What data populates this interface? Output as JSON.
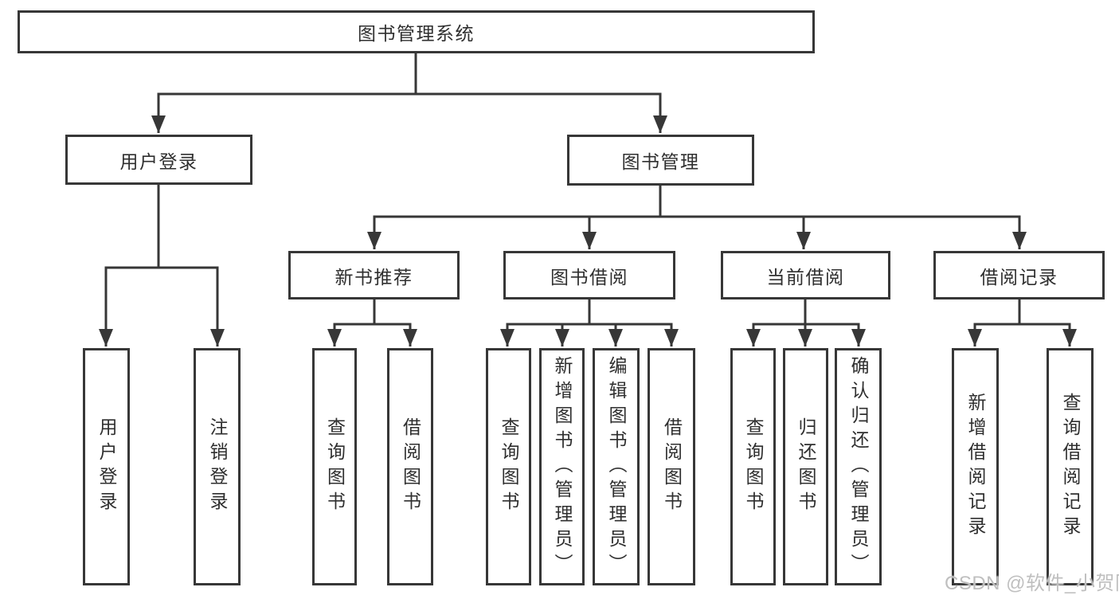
{
  "tree": {
    "root": {
      "label": "图书管理系统",
      "children": [
        {
          "label": "用户登录",
          "children": [
            {
              "label": "用户登录"
            },
            {
              "label": "注销登录"
            }
          ]
        },
        {
          "label": "图书管理",
          "children": [
            {
              "label": "新书推荐",
              "children": [
                {
                  "label": "查询图书"
                },
                {
                  "label": "借阅图书"
                }
              ]
            },
            {
              "label": "图书借阅",
              "children": [
                {
                  "label": "查询图书"
                },
                {
                  "label": "新增图书（管理员）"
                },
                {
                  "label": "编辑图书（管理员）"
                },
                {
                  "label": "借阅图书"
                }
              ]
            },
            {
              "label": "当前借阅",
              "children": [
                {
                  "label": "查询图书"
                },
                {
                  "label": "归还图书"
                },
                {
                  "label": "确认归还（管理员）"
                }
              ]
            },
            {
              "label": "借阅记录",
              "children": [
                {
                  "label": "新增借阅记录"
                },
                {
                  "label": "查询借阅记录"
                }
              ]
            }
          ]
        }
      ]
    }
  },
  "watermark": "CSDN @软件_小贺同学",
  "colors": {
    "line": "#373737",
    "text": "#2f2f2f",
    "box_background": "#ffffff",
    "watermark": "#bfbfbf"
  }
}
